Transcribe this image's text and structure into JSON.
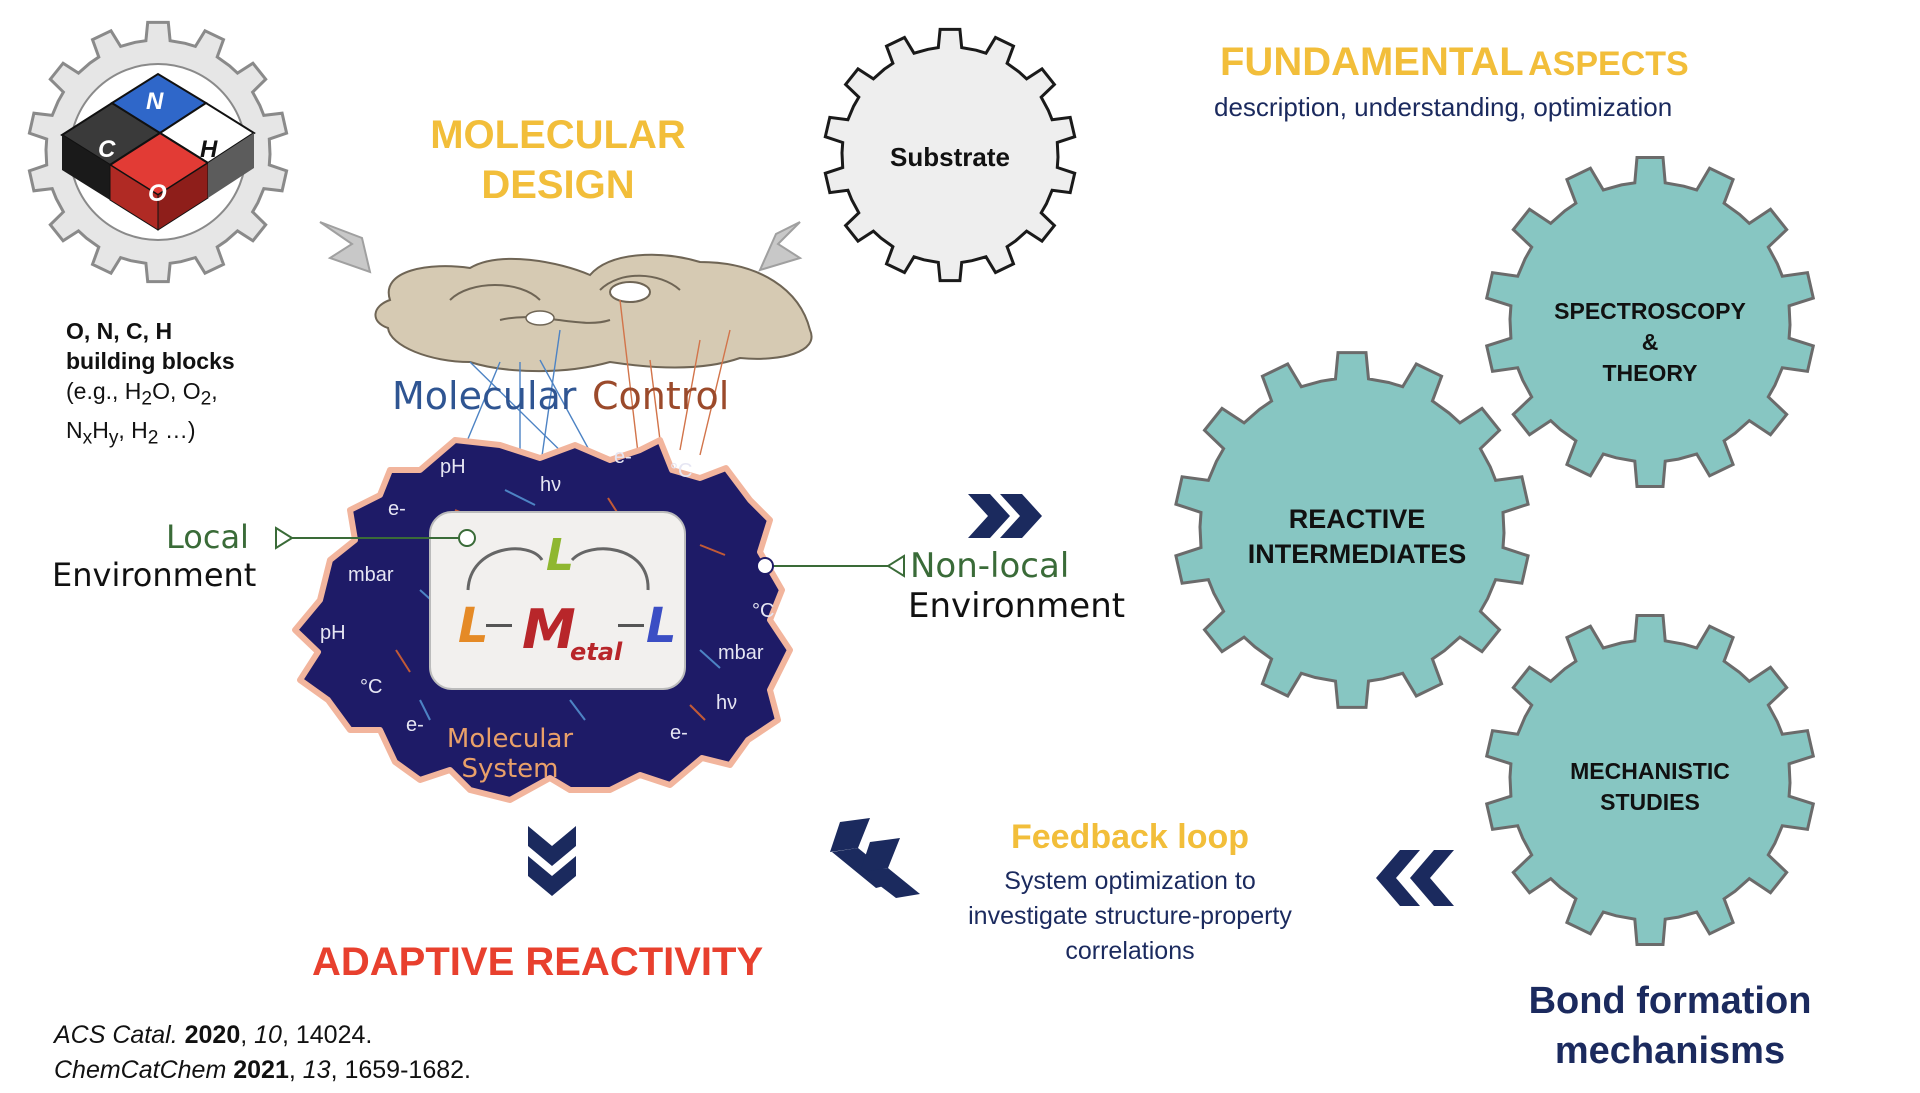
{
  "heading_molecular_design": [
    "MOLECULAR",
    "DESIGN"
  ],
  "substrate_label": "Substrate",
  "building_blocks": {
    "puzzle_letters": {
      "n": "N",
      "c": "C",
      "h": "H",
      "o": "O"
    },
    "line1": "O, N, C, H",
    "line2": "building blocks",
    "line3_prefix": "(e.g., H",
    "line3_sub1": "2",
    "line3_mid": "O, O",
    "line3_sub2": "2",
    "line3_end": ",",
    "line4_a": "N",
    "line4_sub_x": "x",
    "line4_b": "H",
    "line4_sub_y": "y",
    "line4_c": ", H",
    "line4_sub_2": "2",
    "line4_end": " …)"
  },
  "molecular_control": {
    "word1": "Molecular",
    "word2": "Control"
  },
  "local_environment": {
    "word1": "Local",
    "word2": "Environment"
  },
  "nonlocal_environment": {
    "word1": "Non-local",
    "word2": "Environment"
  },
  "system_labels": {
    "ph_top": "pH",
    "hv_top": "hν",
    "e_top": "e-",
    "c_top": "°C",
    "e_left": "e-",
    "mbar_left": "mbar",
    "ph_left": "pH",
    "c_left": "°C",
    "e_bottom_left": "e-",
    "c_right": "°C",
    "mbar_right": "mbar",
    "hv_right": "hν",
    "e_bottom_right": "e-"
  },
  "ligand_box": {
    "l_top": "L",
    "l_left": "L",
    "metal": "M",
    "metal_sub": "etal",
    "l_right": "L"
  },
  "molecular_system": {
    "line1": "Molecular",
    "line2": "System"
  },
  "adaptive_reactivity": "ADAPTIVE REACTIVITY",
  "fundamental": {
    "title_big": "FUNDAMENTAL",
    "title_small": "ASPECTS",
    "subtitle": "description, understanding, optimization"
  },
  "gears": {
    "spectroscopy": [
      "SPECTROSCOPY",
      "&",
      "THEORY"
    ],
    "reactive": [
      "REACTIVE",
      "INTERMEDIATES"
    ],
    "mechanistic": [
      "MECHANISTIC",
      "STUDIES"
    ]
  },
  "feedback": {
    "title": "Feedback loop",
    "lines": [
      "System optimization to",
      "investigate structure-property",
      "correlations"
    ]
  },
  "bond_formation": [
    "Bond formation",
    "mechanisms"
  ],
  "references": [
    {
      "journal": "ACS Catal.",
      "year": "2020",
      "sep1": ", ",
      "volume": "10",
      "pages": ", 14024."
    },
    {
      "journal": "ChemCatChem",
      "year": "2021",
      "sep1": ", ",
      "volume": "13",
      "pages": ", 1659-1682."
    }
  ],
  "colors": {
    "gold": "#F2BE3A",
    "navy": "#1B2A5E",
    "teal": "#87C6C2",
    "red": "#E8402E",
    "blob": "#1D1A66",
    "blob_edge": "#F3B7A0",
    "brown": "#9B4A2B",
    "green": "#3A6B38"
  }
}
